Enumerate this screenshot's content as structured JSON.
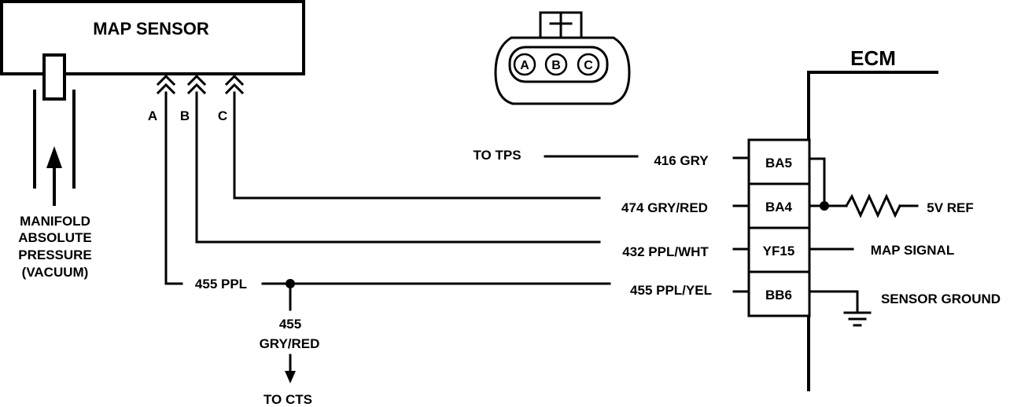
{
  "sensor": {
    "title": "MAP SENSOR",
    "pins": [
      "A",
      "B",
      "C"
    ],
    "pressure_label": [
      "MANIFOLD",
      "ABSOLUTE",
      "PRESSURE",
      "(VACUUM)"
    ]
  },
  "connector": {
    "pins": [
      "A",
      "B",
      "C"
    ]
  },
  "ecm": {
    "title": "ECM",
    "terminals": [
      "BA5",
      "BA4",
      "YF15",
      "BB6"
    ]
  },
  "wires": {
    "to_tps": "TO TPS",
    "w416": "416 GRY",
    "w474": "474 GRY/RED",
    "w432": "432 PPL/WHT",
    "w455_ppl": "455 PPL",
    "w455_yel": "455 PPL/YEL",
    "w455_num": "455",
    "w455_color": "GRY/RED",
    "to_cts": "TO CTS"
  },
  "ecm_side": {
    "ref": "5V REF",
    "signal": "MAP SIGNAL",
    "ground": "SENSOR GROUND"
  }
}
